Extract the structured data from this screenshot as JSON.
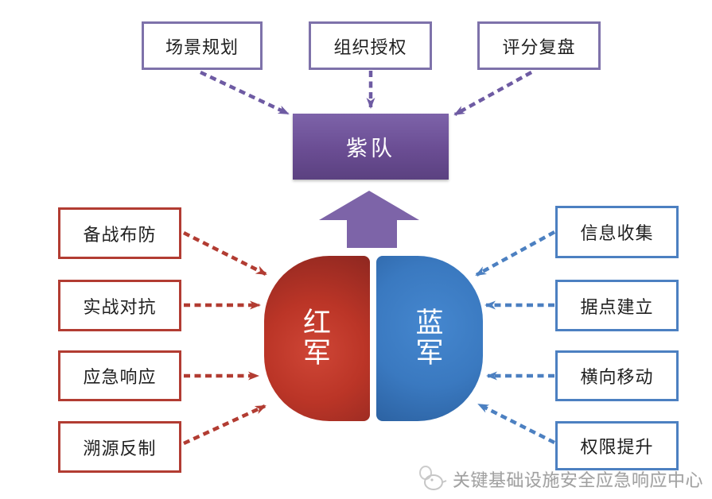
{
  "diagram": {
    "title_semantic": "red-blue-purple team exercise diagram",
    "purple_team": {
      "label": "紫队"
    },
    "red_team": {
      "label": "红军",
      "char1": "红",
      "char2": "军"
    },
    "blue_team": {
      "label": "蓝军",
      "char1": "蓝",
      "char2": "军"
    },
    "top_nodes": [
      {
        "label": "场景规划"
      },
      {
        "label": "组织授权"
      },
      {
        "label": "评分复盘"
      }
    ],
    "red_nodes": [
      {
        "label": "备战布防"
      },
      {
        "label": "实战对抗"
      },
      {
        "label": "应急响应"
      },
      {
        "label": "溯源反制"
      }
    ],
    "blue_nodes": [
      {
        "label": "信息收集"
      },
      {
        "label": "据点建立"
      },
      {
        "label": "横向移动"
      },
      {
        "label": "权限提升"
      }
    ],
    "watermark": {
      "text": "关键基础设施安全应急响应中心"
    },
    "colors": {
      "purple_fill": "#6a4d93",
      "purple_arrow": "#6e5ba3",
      "purple_border": "#7e72aa",
      "red_accent": "#b23c32",
      "red_fill": "#bb3527",
      "blue_accent": "#4c80c1",
      "blue_fill": "#3a79c0",
      "watermark_gray": "#a0a0a0"
    }
  }
}
